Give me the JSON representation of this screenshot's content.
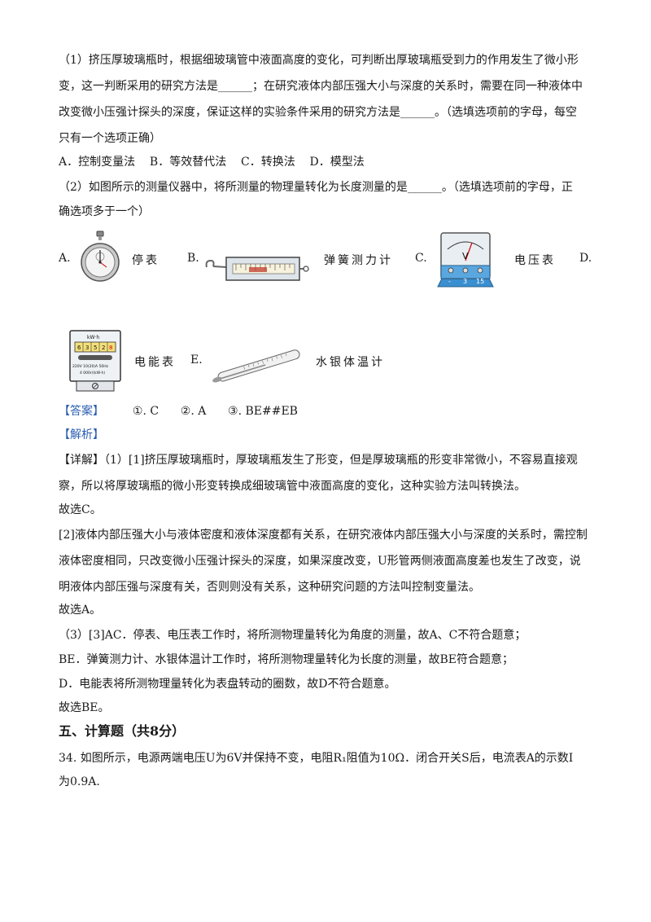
{
  "q1": {
    "line1": "（1）挤压厚玻璃瓶时，根据细玻璃管中液面高度的变化，可判断出厚玻璃瓶受到力的作用发生了微小形",
    "line2": "变，这一判断采用的研究方法是______；在研究液体内部压强大小与深度的关系时，需要在同一种液体中",
    "line3": "改变微小压强计探头的深度，保证这样的实验条件采用的研究方法是______。（选填选项前的字母，每空",
    "line4": "只有一个选项正确）",
    "options": "A．控制变量法    B．等效替代法    C．转换法    D．模型法"
  },
  "q2": {
    "line1": "（2）如图所示的测量仪器中，将所测量的物理量转化为长度测量的是______。（选填选项前的字母，正",
    "line2": "确选项多于一个）"
  },
  "instruments": [
    {
      "letter": "A.",
      "name": "停表",
      "icon": "stopwatch-icon"
    },
    {
      "letter": "B.",
      "name": "弹簧测力计",
      "icon": "spring-scale-icon"
    },
    {
      "letter": "C.",
      "name": "电压表",
      "icon": "voltmeter-icon"
    },
    {
      "letter": "D.",
      "name": "电能表",
      "icon": "energy-meter-icon"
    },
    {
      "letter": "E.",
      "name": "水银体温计",
      "icon": "thermometer-icon"
    }
  ],
  "meter_text": {
    "voltmeter_v": "V",
    "voltmeter_terminals": [
      "-",
      "3",
      "15"
    ],
    "energy_unit": "kW·h",
    "energy_digits": [
      "6",
      "3",
      "5",
      "2",
      "8"
    ],
    "energy_spec1": "220V 10(20)A 50Hz",
    "energy_spec2": "4 000r/(kW·h)"
  },
  "answer": {
    "label": "【答案】",
    "text": "①. C      ②. A      ③. BE##EB"
  },
  "analysis_label": "【解析】",
  "detail": {
    "p1_label": "【详解】",
    "p1_l1": "（1）[1]挤压厚玻璃瓶时，厚玻璃瓶发生了形变，但是厚玻璃瓶的形变非常微小，不容易直接观",
    "p1_l2": "察，所以将厚玻璃瓶的微小形变转换成细玻璃管中液面高度的变化，这种实验方法叫转换法。",
    "p1_choice": "故选C。",
    "p2_l1": "[2]液体内部压强大小与液体密度和液体深度都有关系，在研究液体内部压强大小与深度的关系时，需控制",
    "p2_l2": "液体密度相同，只改变微小压强计探头的深度，如果深度改变，U形管两侧液面高度差也发生了改变，说",
    "p2_l3": "明液体内部压强与深度有关，否则则没有关系，这种研究问题的方法叫控制变量法。",
    "p2_choice": "故选A。",
    "p3_l1": "（3）[3]AC．停表、电压表工作时，将所测物理量转化为角度的测量，故A、C不符合题意；",
    "p3_l2": "BE．弹簧测力计、水银体温计工作时，将所测物理量转化为长度的测量，故BE符合题意；",
    "p3_l3": "D．电能表将所测物理量转化为表盘转动的圈数，故D不符合题意。",
    "p3_choice": "故选BE。"
  },
  "section5": {
    "title": "五、计算题（共8分）"
  },
  "q34": {
    "line1": "34. 如图所示，电源两端电压U为6V并保持不变，电阻R₁阻值为10Ω．闭合开关S后，电流表A的示数I",
    "line2": "为0.9A."
  }
}
